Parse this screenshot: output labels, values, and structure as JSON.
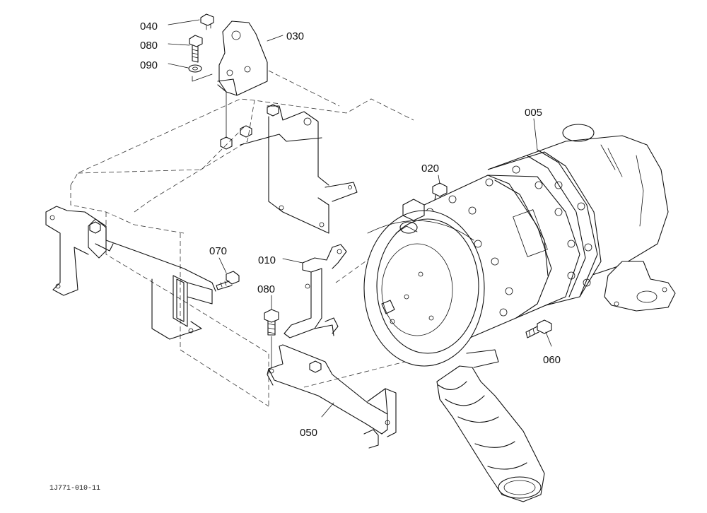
{
  "callouts": {
    "p040": "040",
    "p080_top": "080",
    "p090": "090",
    "p030": "030",
    "p005": "005",
    "p020": "020",
    "p070": "070",
    "p010": "010",
    "p080_mid": "080",
    "p060": "060",
    "p050": "050"
  },
  "drawing_code": "1J771-010-11"
}
